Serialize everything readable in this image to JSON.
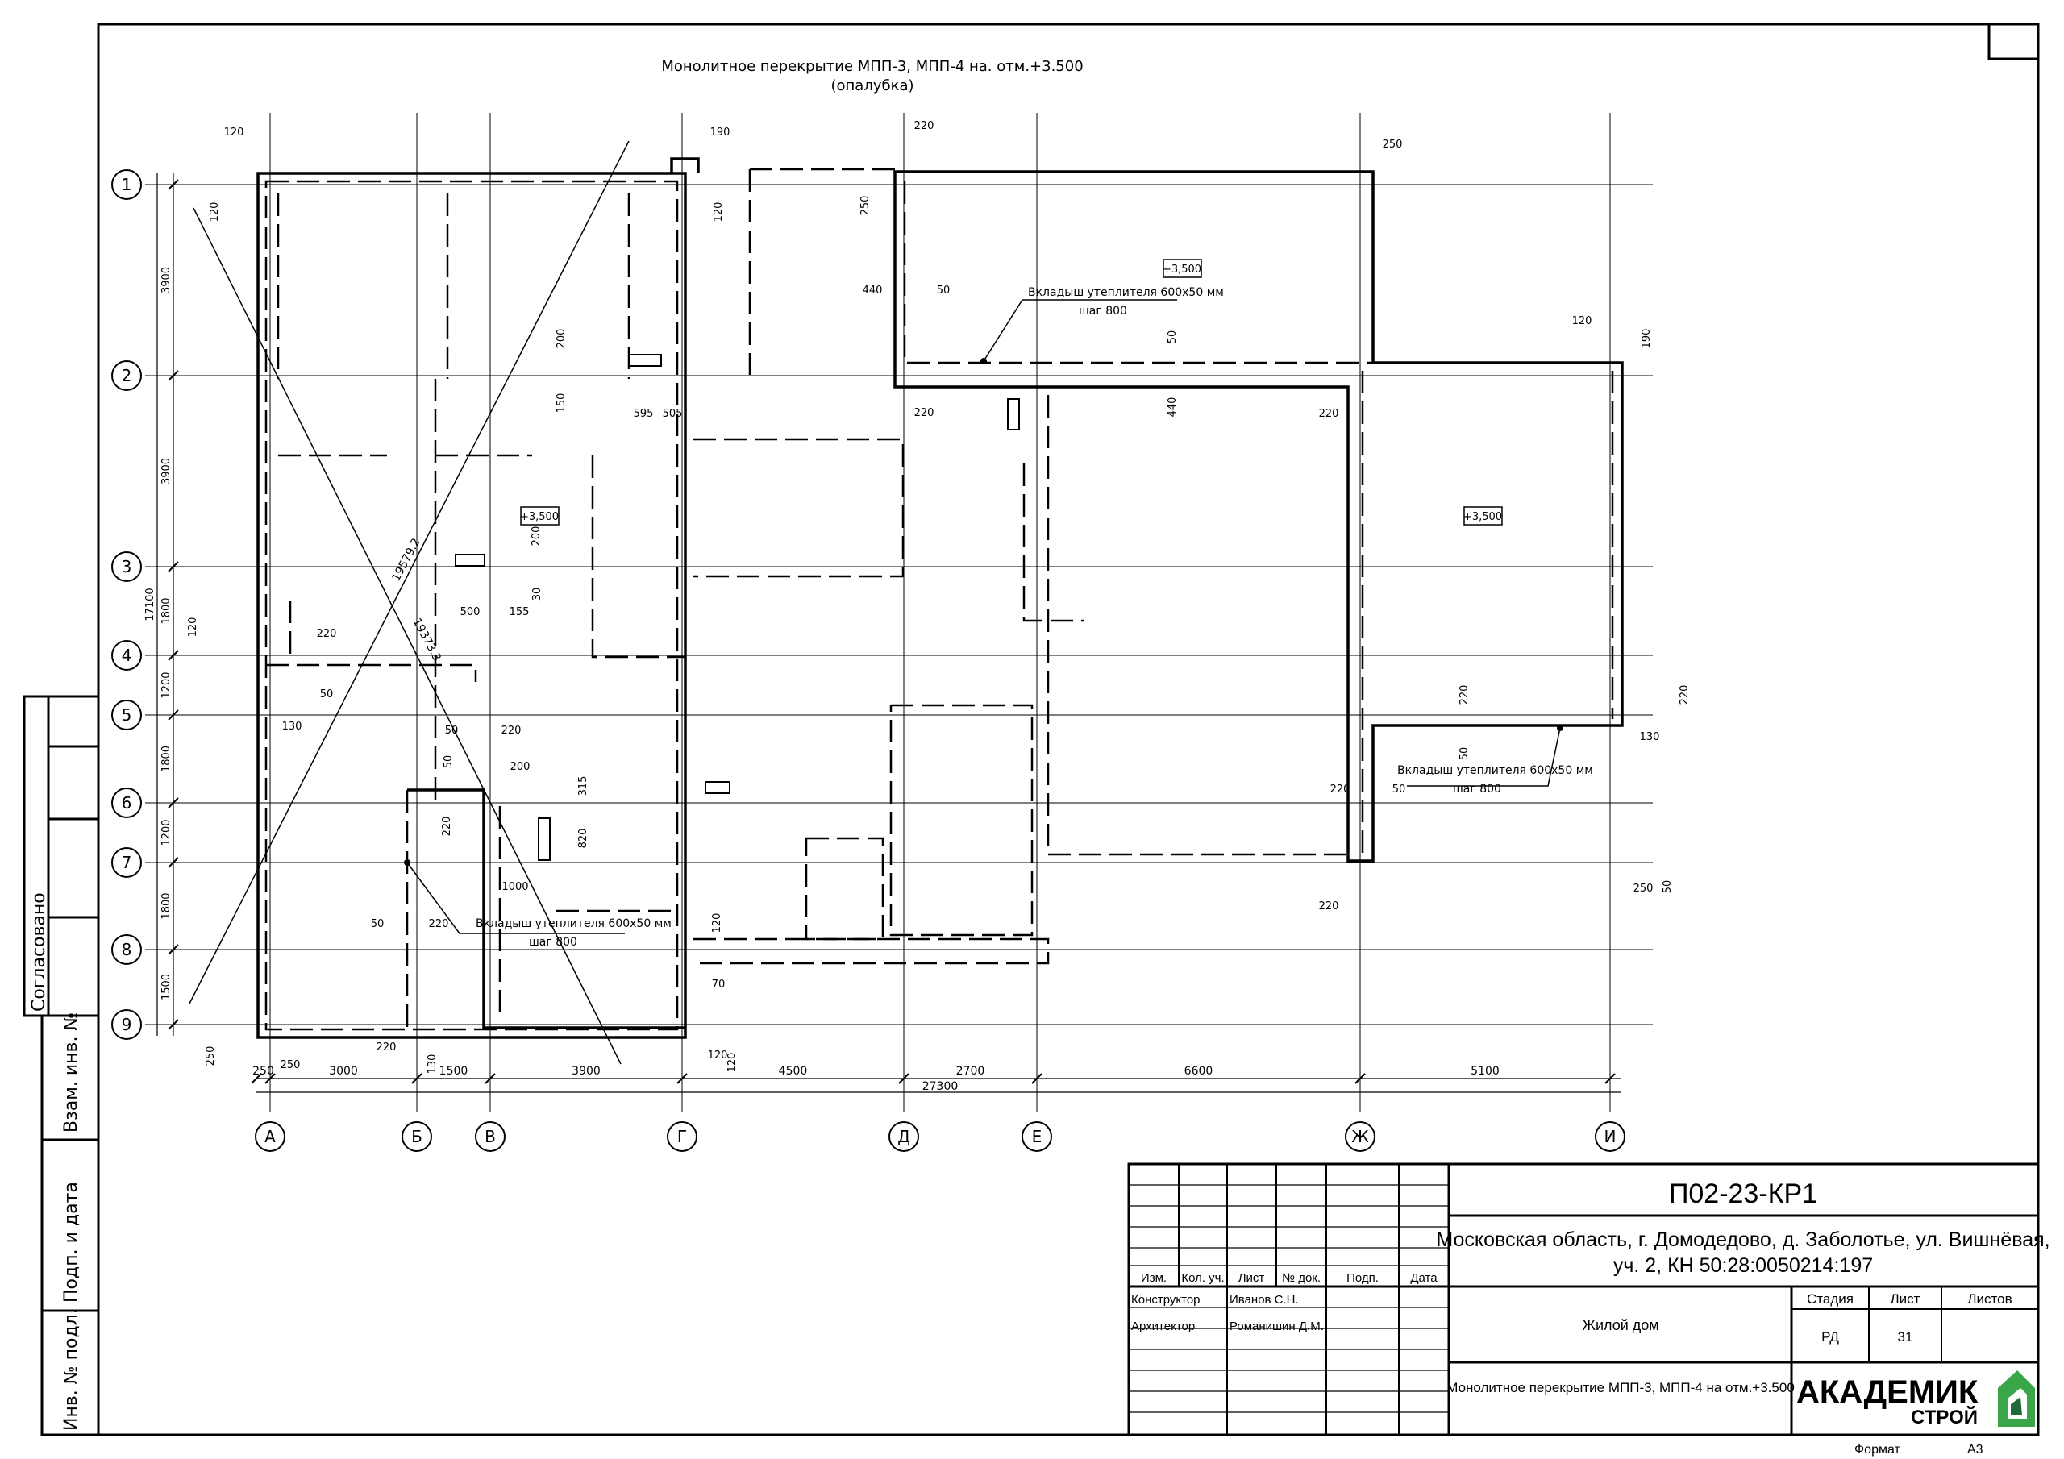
{
  "title": {
    "line1": "Монолитное перекрытие МПП-3, МПП-4 на. отм.+3.500",
    "line2": "(опалубка)"
  },
  "axes": {
    "rows": [
      "1",
      "2",
      "3",
      "4",
      "5",
      "6",
      "7",
      "8",
      "9"
    ],
    "cols": [
      "А",
      "Б",
      "В",
      "Г",
      "Д",
      "Е",
      "Ж",
      "И"
    ]
  },
  "dims": {
    "bottom_spans": [
      "250",
      "3000",
      "1500",
      "3900",
      "4500",
      "2700",
      "6600",
      "5100"
    ],
    "bottom_total": "27300",
    "left_spans": [
      "3900",
      "3900",
      "1800",
      "1200",
      "1800",
      "1200",
      "1800",
      "1500"
    ],
    "left_total": "17100",
    "diagonals": [
      "19579.2",
      "19373.3"
    ],
    "labels": [
      "120",
      "190",
      "220",
      "250",
      "440",
      "50",
      "200",
      "150",
      "595",
      "505",
      "30",
      "500",
      "155",
      "130",
      "315",
      "820",
      "1000",
      "70"
    ]
  },
  "levels": [
    "+3,500",
    "+3,500",
    "+3,500"
  ],
  "notes": {
    "insert_line1": "Вкладыш утеплителя 600х50 мм",
    "insert_line2": "шаг 800"
  },
  "side_stamp": {
    "agreed": "Согласовано",
    "inv_replace": "Взам. инв. №",
    "sign_date": "Подп. и дата",
    "inv_orig": "Инв. № подл."
  },
  "title_block": {
    "code": "П02-23-КР1",
    "address_line1": "Московская область, г. Домодедово, д. Заболотье, ул. Вишнёвая,",
    "address_line2": "уч. 2, КН 50:28:0050214:197",
    "object": "Жилой дом",
    "sheet_title": "Монолитное перекрытие МПП-3, МПП-4 на отм.+3.500",
    "headers": [
      "Изм.",
      "Кол. уч.",
      "Лист",
      "№ док.",
      "Подп.",
      "Дата"
    ],
    "people": [
      {
        "role": "Конструктор",
        "name": "Иванов С.Н."
      },
      {
        "role": "Архитектор",
        "name": "Романишин Д.М."
      }
    ],
    "stage_label": "Стадия",
    "sheet_label": "Лист",
    "sheets_label": "Листов",
    "stage": "РД",
    "sheet": "31",
    "sheets": "",
    "logo_main": "АКАДЕМИК",
    "logo_sub": "СТРОЙ",
    "format_label": "Формат",
    "format": "А3"
  },
  "colors": {
    "ink": "#000000",
    "logo_green": "#3aa64a",
    "logo_dark": "#1f6b3a"
  }
}
